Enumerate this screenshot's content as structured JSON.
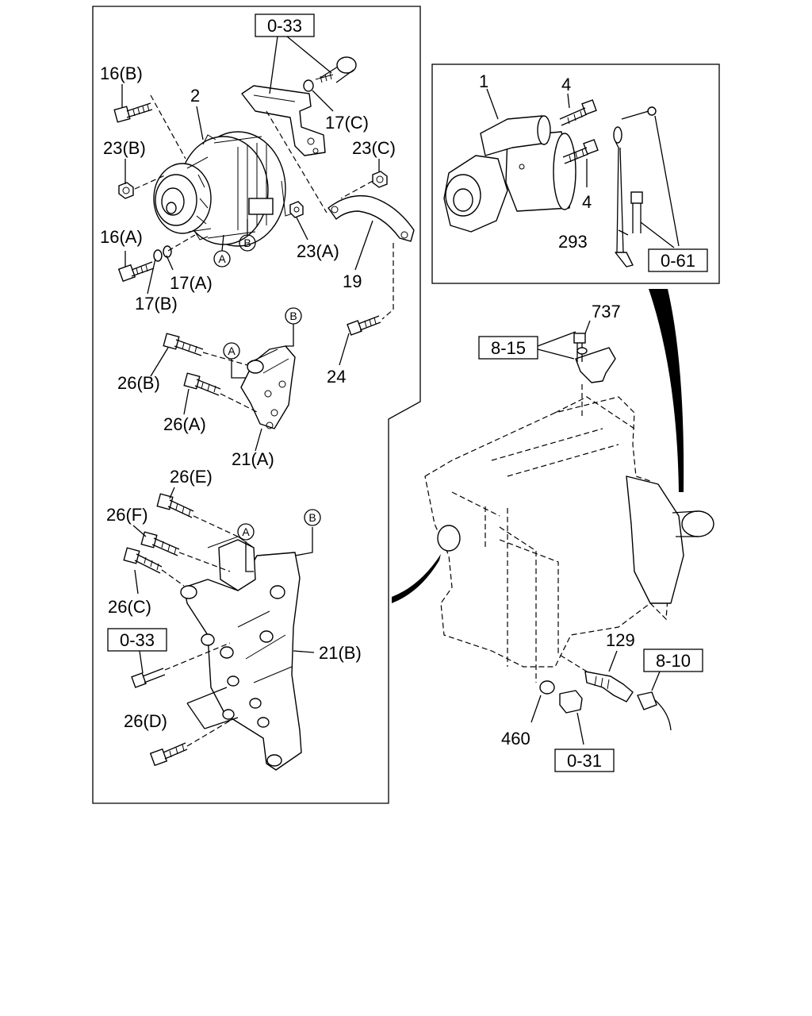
{
  "labels": {
    "l16B": "16(B)",
    "l2": "2",
    "l23B": "23(B)",
    "l16A": "16(A)",
    "l17A": "17(A)",
    "l17B": "17(B)",
    "l17C": "17(C)",
    "l23C": "23(C)",
    "l23A": "23(A)",
    "l19": "19",
    "l24": "24",
    "l26B": "26(B)",
    "l26A": "26(A)",
    "l21A": "21(A)",
    "l26E": "26(E)",
    "l26F": "26(F)",
    "l26C": "26(C)",
    "l21B": "21(B)",
    "l26D": "26(D)",
    "l1": "1",
    "l4a": "4",
    "l4b": "4",
    "l293": "293",
    "l737": "737",
    "l129": "129",
    "l460": "460"
  },
  "references": {
    "r033a": "0-33",
    "r033b": "0-33",
    "r061": "0-61",
    "r815": "8-15",
    "r810": "8-10",
    "r031": "0-31"
  },
  "circle_marks": {
    "A": "A",
    "B": "B"
  }
}
